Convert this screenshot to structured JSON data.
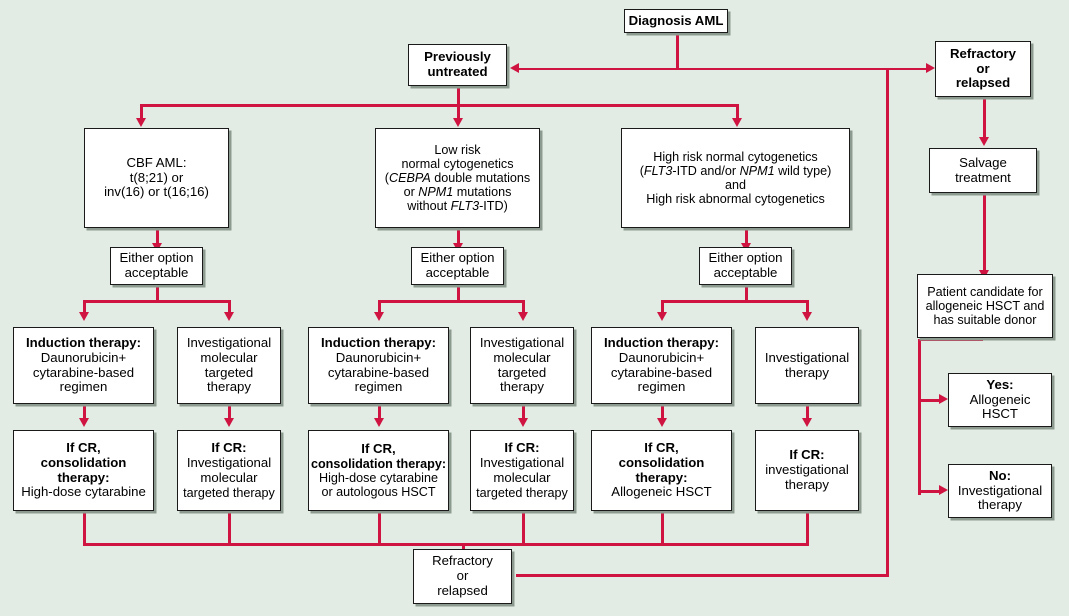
{
  "diagram": {
    "title": "AML treatment algorithm flowchart",
    "colors": {
      "background": "#e2ece4",
      "connector": "#cf1441",
      "box_fill": "#ffffff",
      "box_border": "#1a1a1a",
      "box_shadow": "#8d9a90"
    }
  },
  "nodes": {
    "diagnosis": {
      "line1": "Diagnosis AML"
    },
    "previously_untreated": {
      "line1": "Previously",
      "line2": "untreated"
    },
    "refractory_top": {
      "line1": "Refractory",
      "line2": "or",
      "line3": "relapsed"
    },
    "salvage": {
      "line1": "Salvage",
      "line2": "treatment"
    },
    "patient_candidate": {
      "line1": "Patient candidate for",
      "line2": "allogeneic HSCT and",
      "line3": "has suitable donor"
    },
    "yes_allo": {
      "line1": "Yes:",
      "line2": "Allogeneic",
      "line3": "HSCT"
    },
    "no_invest": {
      "line1": "No:",
      "line2": "Investigational",
      "line3": "therapy"
    },
    "cbf": {
      "line1": "CBF AML:",
      "line2": "t(8;21) or",
      "line3": "inv(16) or t(16;16)"
    },
    "low_risk": {
      "line1": "Low risk",
      "line2": "normal cytogenetics",
      "line3_gene": "CEBPA",
      "line3_rest": " double mutations",
      "line4_pre": "or ",
      "line4_gene": "NPM1",
      "line4_rest": " mutations",
      "line5_pre": "without ",
      "line5_gene": "FLT3",
      "line5_rest": "-ITD)",
      "line3_paren": "("
    },
    "high_risk": {
      "line1": "High risk normal cytogenetics",
      "line2_paren_open": "(",
      "line2_gene1": "FLT3",
      "line2_mid": "-ITD and/or ",
      "line2_gene2": "NPM1",
      "line2_rest": " wild type)",
      "line3": "and",
      "line4": "High risk abnormal cytogenetics"
    },
    "either1": {
      "line1": "Either option",
      "line2": "acceptable"
    },
    "either2": {
      "line1": "Either option",
      "line2": "acceptable"
    },
    "either3": {
      "line1": "Either option",
      "line2": "acceptable"
    },
    "induction1": {
      "line1": "Induction therapy:",
      "line2": "Daunorubicin+",
      "line3": "cytarabine-based",
      "line4": "regimen"
    },
    "induction2": {
      "line1": "Induction therapy:",
      "line2": "Daunorubicin+",
      "line3": "cytarabine-based",
      "line4": "regimen"
    },
    "induction3": {
      "line1": "Induction therapy:",
      "line2": "Daunorubicin+",
      "line3": "cytarabine-based",
      "line4": "regimen"
    },
    "invest1": {
      "line1": "Investigational",
      "line2": "molecular",
      "line3": "targeted",
      "line4": "therapy"
    },
    "invest2": {
      "line1": "Investigational",
      "line2": "molecular",
      "line3": "targeted",
      "line4": "therapy"
    },
    "invest3": {
      "line1": "Investigational",
      "line2": "therapy"
    },
    "cons1": {
      "line1": "If CR,",
      "line2": "consolidation",
      "line3": "therapy:",
      "line4": "High-dose cytarabine"
    },
    "cons2": {
      "line1": "If CR,",
      "line2": "consolidation therapy:",
      "line3": "High-dose cytarabine",
      "line4": "or autologous HSCT"
    },
    "cons3": {
      "line1": "If CR,",
      "line2": "consolidation",
      "line3": "therapy:",
      "line4": "Allogeneic HSCT"
    },
    "cr_invest1": {
      "line1": "If CR:",
      "line2": "Investigational",
      "line3": "molecular",
      "line4": "targeted therapy"
    },
    "cr_invest2": {
      "line1": "If CR:",
      "line2": "Investigational",
      "line3": "molecular",
      "line4": "targeted therapy"
    },
    "cr_invest3": {
      "line1": "If CR:",
      "line2": "investigational",
      "line3": "therapy"
    },
    "refractory_bottom": {
      "line1": "Refractory",
      "line2": "or",
      "line3": "relapsed"
    }
  }
}
